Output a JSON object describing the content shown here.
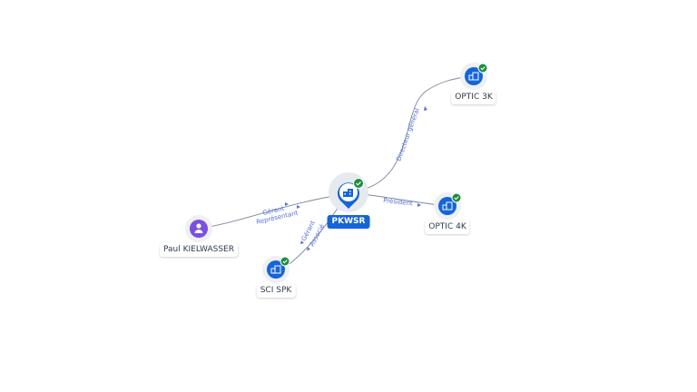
{
  "nodes": {
    "pkwsr": {
      "label": "PKWSR",
      "type": "company",
      "status": "verified"
    },
    "optic3k": {
      "label": "OPTIC 3K",
      "type": "company",
      "status": "verified"
    },
    "optic4k": {
      "label": "OPTIC 4K",
      "type": "company",
      "status": "verified"
    },
    "scispk": {
      "label": "SCI SPK",
      "type": "company",
      "status": "verified"
    },
    "paul": {
      "label": "Paul KIELWASSER",
      "type": "person"
    }
  },
  "edges": {
    "paul_pkwsr": {
      "line1": "Gérant",
      "line2": "Représentant"
    },
    "pkwsr_optic3k": {
      "line1": "Directeur général"
    },
    "pkwsr_optic4k": {
      "line1": "Président"
    },
    "pkwsr_scispk": {
      "line1": "Gérant",
      "line2": "Associé"
    }
  },
  "colors": {
    "company": "#1565d8",
    "person": "#7b4fe0",
    "verified": "#1e8e3e",
    "edge": "#7d8896",
    "edge_label": "#5a6fd6"
  },
  "icons": {
    "company": "building-icon",
    "person": "person-icon",
    "verified": "check-badge-icon"
  }
}
